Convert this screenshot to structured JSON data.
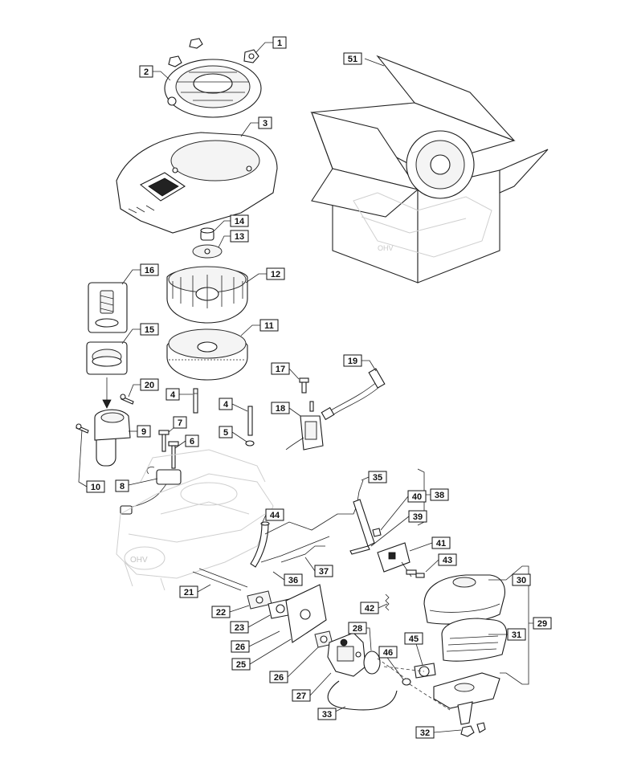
{
  "callouts": {
    "c1": "1",
    "c2": "2",
    "c3": "3",
    "c4a": "4",
    "c4b": "4",
    "c5": "5",
    "c6": "6",
    "c7": "7",
    "c8": "8",
    "c9": "9",
    "c10": "10",
    "c11": "11",
    "c12": "12",
    "c13": "13",
    "c14": "14",
    "c15": "15",
    "c16": "16",
    "c17": "17",
    "c18": "18",
    "c19": "19",
    "c20": "20",
    "c21": "21",
    "c22": "22",
    "c23": "23",
    "c25": "25",
    "c26a": "26",
    "c26b": "26",
    "c27": "27",
    "c28": "28",
    "c29": "29",
    "c30": "30",
    "c31": "31",
    "c32": "32",
    "c33": "33",
    "c35": "35",
    "c36": "36",
    "c37": "37",
    "c38": "38",
    "c39": "39",
    "c40": "40",
    "c41": "41",
    "c42": "42",
    "c43": "43",
    "c44": "44",
    "c45": "45",
    "c46": "46",
    "c51": "51"
  },
  "engine_mark": "OHV"
}
